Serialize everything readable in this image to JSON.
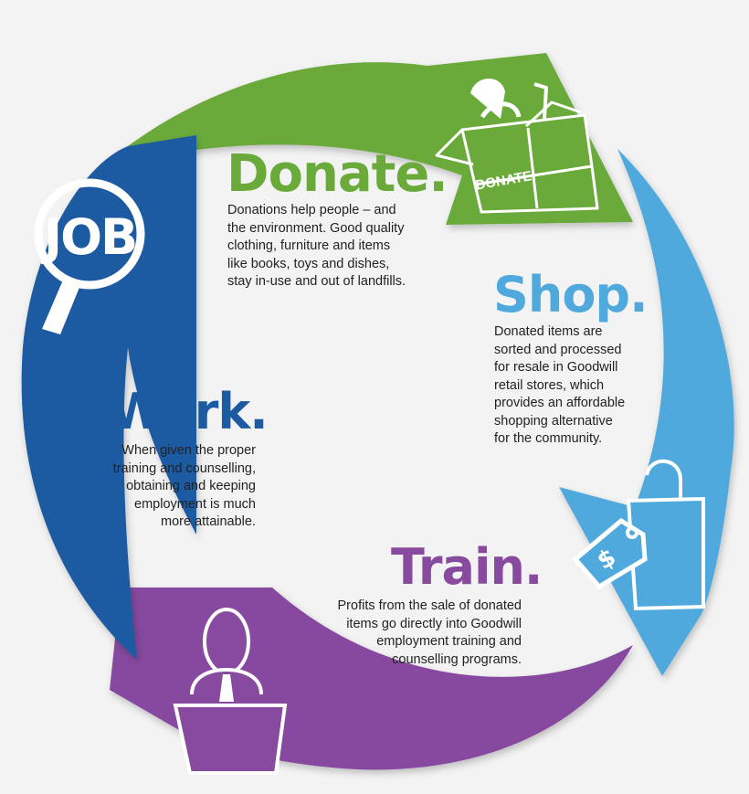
{
  "steps": {
    "donate": {
      "heading": "Donate.",
      "lines": [
        "Donations help people – and",
        "the environment. Good quality",
        "clothing, furniture and items",
        "like books, toys and dishes,",
        "stay in-use and out of landfills."
      ],
      "color": "#6aaa3a"
    },
    "shop": {
      "heading": "Shop.",
      "lines": [
        "Donated items are",
        "sorted and processed",
        "for resale in Goodwill",
        "retail stores, which",
        "provides an affordable",
        "shopping alternative",
        "for the community."
      ],
      "color": "#4fa9dc"
    },
    "train": {
      "heading": "Train.",
      "lines": [
        "Profits from the sale of donated",
        "items go directly into Goodwill",
        "employment training and",
        "counselling programs."
      ],
      "color": "#874a9f"
    },
    "work": {
      "heading": "Work.",
      "lines": [
        "When given the proper",
        "training and counselling,",
        "obtaining and keeping",
        "employment is much",
        "more attainable."
      ],
      "color": "#1c5aa2"
    }
  },
  "icons": {
    "box_label": "DONATE",
    "job_label": "JOB",
    "tag_symbol": "$",
    "donate_icon": "donation-box-icon",
    "shop_icon": "shopping-bag-price-tag-icon",
    "train_icon": "person-at-podium-icon",
    "work_icon": "job-search-magnifier-icon"
  }
}
